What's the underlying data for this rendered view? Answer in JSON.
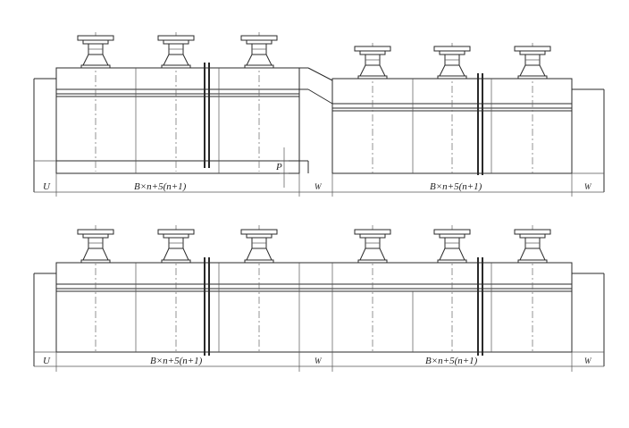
{
  "top_row": {
    "left_dim": "U",
    "span1": "B×n+5(n+1)",
    "mid_dim": "W",
    "span2": "B×n+5(n+1)",
    "right_dim": "W",
    "step_dim": "P"
  },
  "bottom_row": {
    "left_dim": "U",
    "span1": "B×n+5(n+1)",
    "mid_dim": "W",
    "span2": "B×n+5(n+1)",
    "right_dim": "W"
  }
}
